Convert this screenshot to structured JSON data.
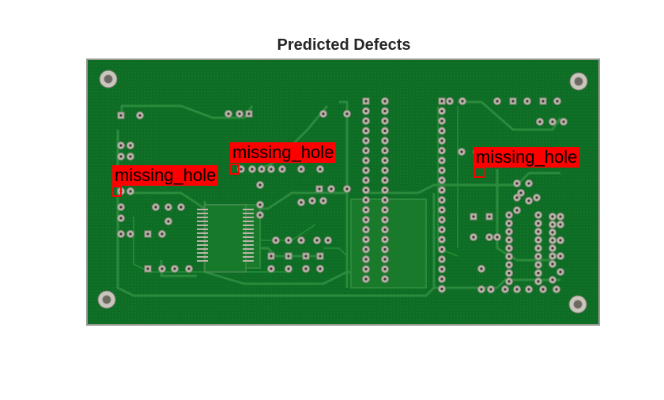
{
  "figure": {
    "title": "Predicted Defects"
  },
  "colors": {
    "board": "#0d6b22",
    "board_edge": "#9a9a92",
    "trace": "#2b8a3c",
    "pad": "#b8b4a8",
    "hole": "#3a3a34",
    "defect": "#ff0000"
  },
  "defects": [
    {
      "label": "missing_hole"
    },
    {
      "label": "missing_hole"
    },
    {
      "label": "missing_hole"
    }
  ]
}
